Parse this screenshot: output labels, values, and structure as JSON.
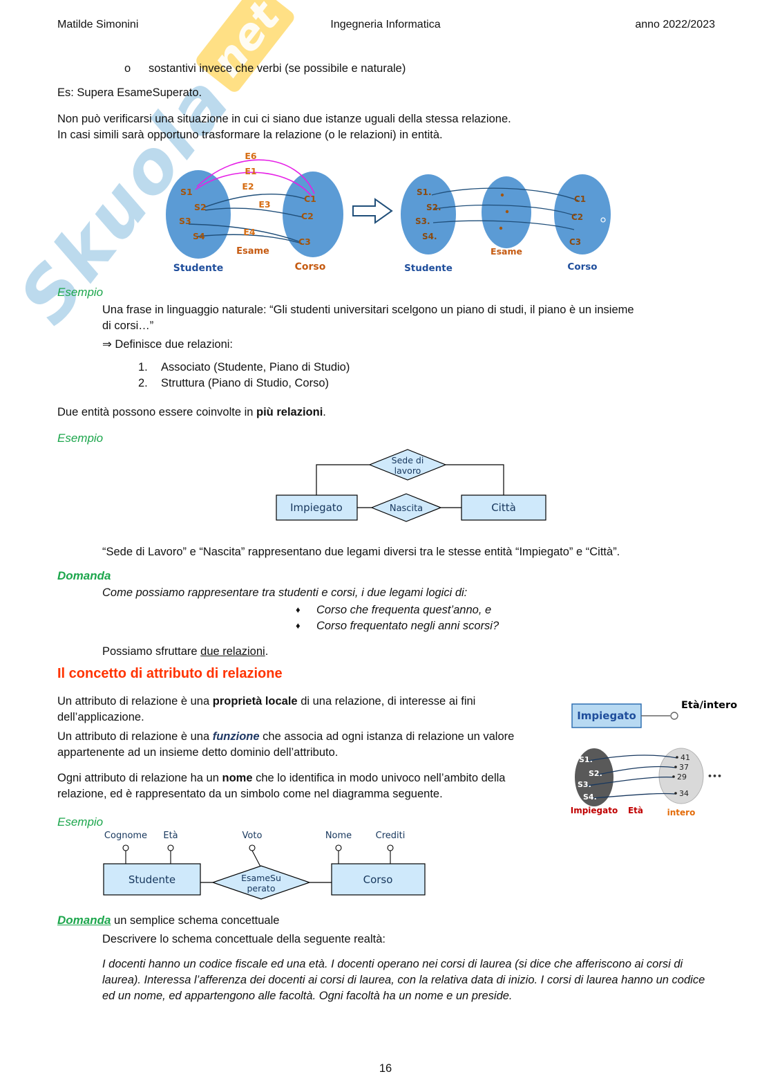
{
  "header": {
    "author": "Matilde Simonini",
    "course": "Ingegneria Informatica",
    "year": "anno 2022/2023"
  },
  "watermark": {
    "brand": "Skuola",
    "brand_suffix": "net"
  },
  "labels": {
    "esempio": "Esempio",
    "domanda": "Domanda"
  },
  "intro": {
    "bullet_marker": "o",
    "bullet_text": "sostantivi invece che verbi (se possibile e naturale)",
    "example": "Es: Supera EsameSuperato.",
    "para_line1": "Non può verificarsi una situazione in cui ci siano due istanze uguali della stessa relazione.",
    "para_line2": "In casi simili sarà opportuno trasformare la relazione (o le relazioni) in entità."
  },
  "diagram_relations": {
    "left": {
      "studente_items": [
        "S1",
        "S2",
        "S3",
        "S4"
      ],
      "corso_items": [
        "C1",
        "C2",
        "C3"
      ],
      "edge_labels": [
        "E6",
        "E1",
        "E2",
        "E3",
        "E4"
      ],
      "esame": "Esame",
      "studente": "Studente",
      "corso": "Corso"
    },
    "right": {
      "studente_items": [
        "S1.",
        "S2.",
        "S3.",
        "S4."
      ],
      "corso_items": [
        "C1",
        "C2",
        "C3"
      ],
      "studente": "Studente",
      "esame": "Esame",
      "corso": "Corso"
    }
  },
  "esempio1": {
    "line1": "Una frase in linguaggio naturale: “Gli studenti universitari scelgono un piano di studi, il piano è un insieme",
    "line2": "di corsi…”",
    "arrow_line": "⇒ Definisce due relazioni:",
    "items": [
      {
        "num": "1.",
        "text": "Associato (Studente, Piano di Studio)"
      },
      {
        "num": "2.",
        "text": "Struttura (Piano di Studio, Corso)"
      }
    ]
  },
  "due_entita": {
    "pre": "Due entità possono essere coinvolte in ",
    "bold": "più relazioni",
    "post": "."
  },
  "er_two_relations": {
    "sede_line1": "Sede di",
    "sede_line2": "lavoro",
    "impiegato": "Impiegato",
    "nascita": "Nascita",
    "citta": "Città",
    "caption": "“Sede di Lavoro” e “Nascita” rappresentano due legami diversi tra le stesse entità “Impiegato” e “Città”."
  },
  "domanda1": {
    "intro": "Come possiamo rappresentare tra studenti e corsi, i due legami logici di:",
    "bullet_marker": "♦",
    "bullets": [
      "Corso che frequenta quest’anno, e",
      "Corso frequentato negli anni scorsi?"
    ],
    "conclusion_pre": "Possiamo sfruttare ",
    "conclusion_underlined": "due relazioni",
    "conclusion_post": "."
  },
  "attr_section": {
    "heading": "Il concetto di attributo di relazione",
    "p1_pre": "Un attributo di relazione è una ",
    "p1_bold": "proprietà locale",
    "p1_post": " di una relazione, di interesse ai fini dell’applicazione.",
    "p2_pre": "Un attributo di relazione è una ",
    "p2_bold": "funzione",
    "p2_post": " che associa ad ogni istanza di relazione un valore appartenente ad un insieme detto dominio dell’attributo.",
    "p3_pre": "Ogni attributo di relazione ha un ",
    "p3_bold": "nome",
    "p3_post": " che lo identifica in modo univoco nell’ambito della relazione, ed è rappresentato da un simbolo come nel diagramma seguente."
  },
  "fig_attribute": {
    "impiegato": "Impiegato",
    "label": "Età/intero"
  },
  "fig_instances": {
    "left_items": [
      "S1.",
      "S2.",
      "S3.",
      "S4."
    ],
    "right_items": [
      "41",
      "37",
      "29",
      "34"
    ],
    "more": "•••",
    "label_left": "Impiegato",
    "label_mid": "Età",
    "label_right": "intero"
  },
  "esempio3_diagram": {
    "attributes": [
      "Cognome",
      "Età",
      "Voto",
      "Nome",
      "Crediti"
    ],
    "studente": "Studente",
    "esame_line1": "EsameSu",
    "esame_line2": "perato",
    "corso": "Corso"
  },
  "domanda2": {
    "title_rest": " un semplice schema concettuale",
    "line": "Descrivere lo schema concettuale della seguente realtà:",
    "body": "I docenti hanno un codice fiscale ed una età. I docenti operano nei corsi di laurea (si dice che afferiscono ai corsi di laurea). Interessa l’afferenza dei docenti ai corsi di laurea, con la relativa data di inizio. I corsi di laurea hanno un codice ed un nome, ed appartengono alle facoltà. Ogni facoltà ha un nome e un preside.",
    "footnote": ""
  },
  "footer": {
    "page_number": "16"
  },
  "colors": {
    "green": "#1ca64c",
    "heading_red": "#ff3300",
    "entity_fill": "#cfe9fb",
    "ellipse_blue": "#5b9bd5",
    "edge_blue": "#1f4e79",
    "magenta": "#e61fe6",
    "orange_label": "#c55a11",
    "blue_label": "#1f4e9c",
    "red_label": "#c00000",
    "watermark_blue": "#79b6dc",
    "watermark_yellow": "#ffd24d"
  }
}
